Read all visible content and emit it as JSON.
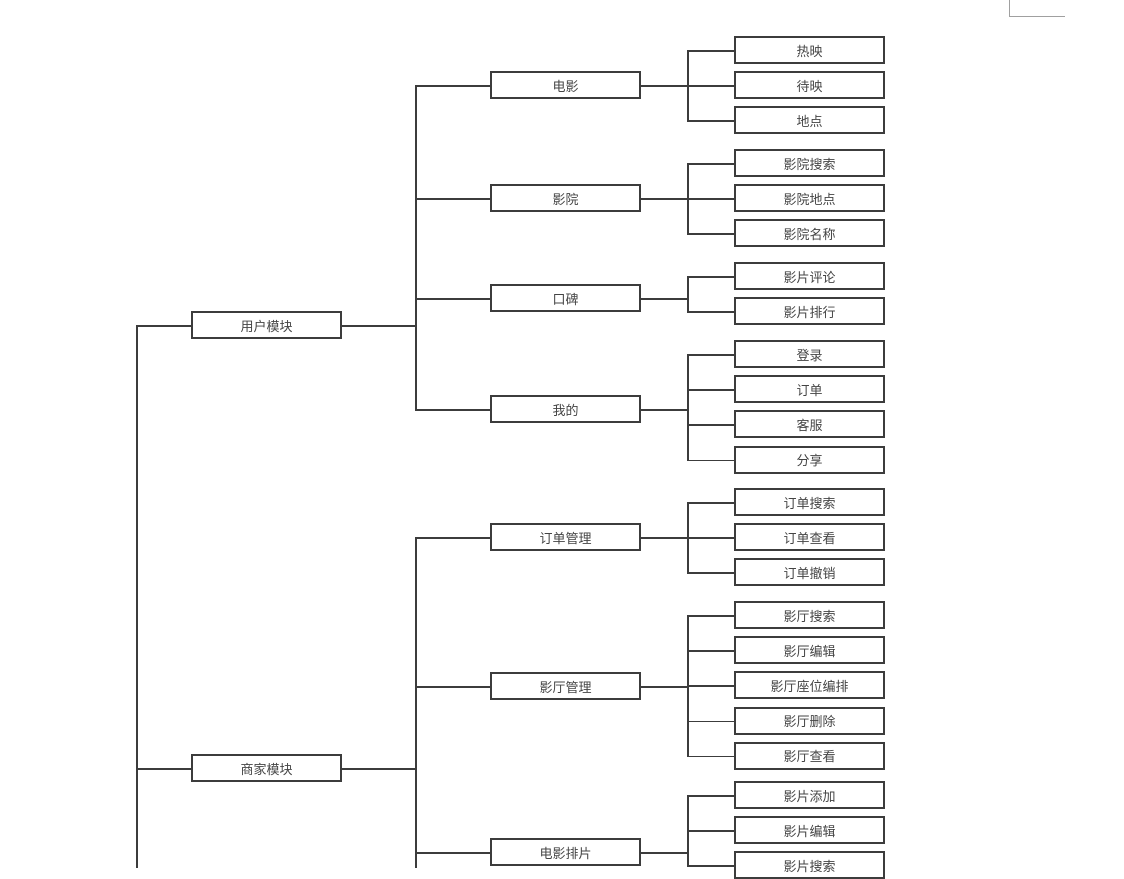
{
  "tree": [
    {
      "label": "用户模块",
      "children": [
        {
          "label": "电影",
          "children": [
            "热映",
            "待映",
            "地点"
          ]
        },
        {
          "label": "影院",
          "children": [
            "影院搜索",
            "影院地点",
            "影院名称"
          ]
        },
        {
          "label": "口碑",
          "children": [
            "影片评论",
            "影片排行"
          ]
        },
        {
          "label": "我的",
          "children": [
            "登录",
            "订单",
            "客服",
            "分享"
          ]
        }
      ]
    },
    {
      "label": "商家模块",
      "children": [
        {
          "label": "订单管理",
          "children": [
            "订单搜索",
            "订单查看",
            "订单撤销"
          ]
        },
        {
          "label": "影厅管理",
          "children": [
            "影厅搜索",
            "影厅编辑",
            "影厅座位编排",
            "影厅删除",
            "影厅查看"
          ]
        },
        {
          "label": "电影排片",
          "children": [
            "影片添加",
            "影片编辑",
            "影片搜索"
          ]
        }
      ]
    }
  ]
}
